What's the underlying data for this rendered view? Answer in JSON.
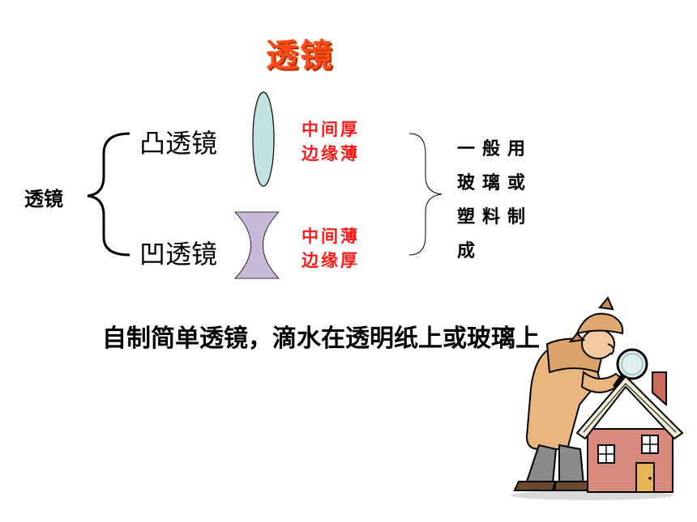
{
  "title": "透镜",
  "root_label": "透镜",
  "branches": [
    {
      "label": "凸透镜",
      "feature_lines": [
        "中间厚",
        "边缘薄"
      ],
      "lens_color": "#bfe3e1"
    },
    {
      "label": "凹透镜",
      "feature_lines": [
        "中间薄",
        "边缘厚"
      ],
      "lens_color": "#c9b8d8"
    }
  ],
  "material_note": "一般用玻璃或塑料制成",
  "bottom_text": "自制简单透镜，滴水在透明纸上或玻璃上",
  "colors": {
    "title": "#ff4a1a",
    "note": "#ff1a1a"
  }
}
